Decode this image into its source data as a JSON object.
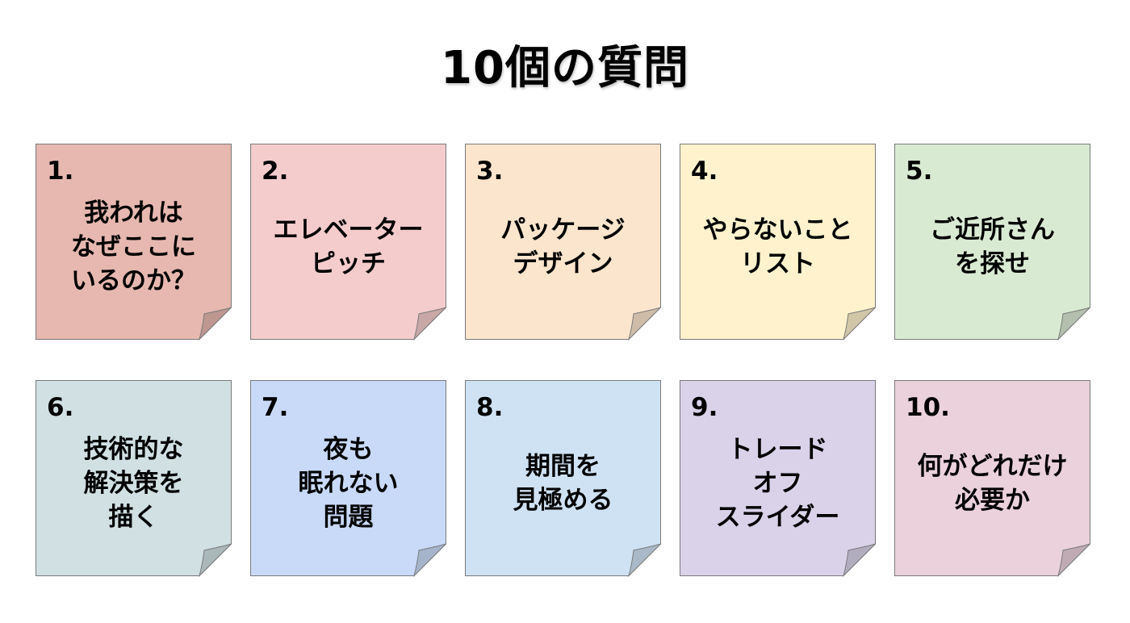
{
  "title": "10個の質問",
  "notes": [
    {
      "number": "1.",
      "lines": [
        "我われは",
        "なぜここに",
        "いるのか？"
      ],
      "color": "#e6b8b0"
    },
    {
      "number": "2.",
      "lines": [
        "エレベーター",
        "ピッチ"
      ],
      "color": "#f4cccc"
    },
    {
      "number": "3.",
      "lines": [
        "パッケージ",
        "デザイン"
      ],
      "color": "#fce5cd"
    },
    {
      "number": "4.",
      "lines": [
        "やらないこと",
        "リスト"
      ],
      "color": "#fff2cc"
    },
    {
      "number": "5.",
      "lines": [
        "ご近所さん",
        "を探せ"
      ],
      "color": "#d9ead3"
    },
    {
      "number": "6.",
      "lines": [
        "技術的な",
        "解決策を",
        "描く"
      ],
      "color": "#d0e0e3"
    },
    {
      "number": "7.",
      "lines": [
        "夜も",
        "眠れない",
        "問題"
      ],
      "color": "#c9daf8"
    },
    {
      "number": "8.",
      "lines": [
        "期間を",
        "見極める"
      ],
      "color": "#cfe2f3"
    },
    {
      "number": "9.",
      "lines": [
        "トレード",
        "オフ",
        "スライダー"
      ],
      "color": "#d9d2e9"
    },
    {
      "number": "10.",
      "lines": [
        "何がどれだけ",
        "必要か"
      ],
      "color": "#ead1dc"
    }
  ]
}
